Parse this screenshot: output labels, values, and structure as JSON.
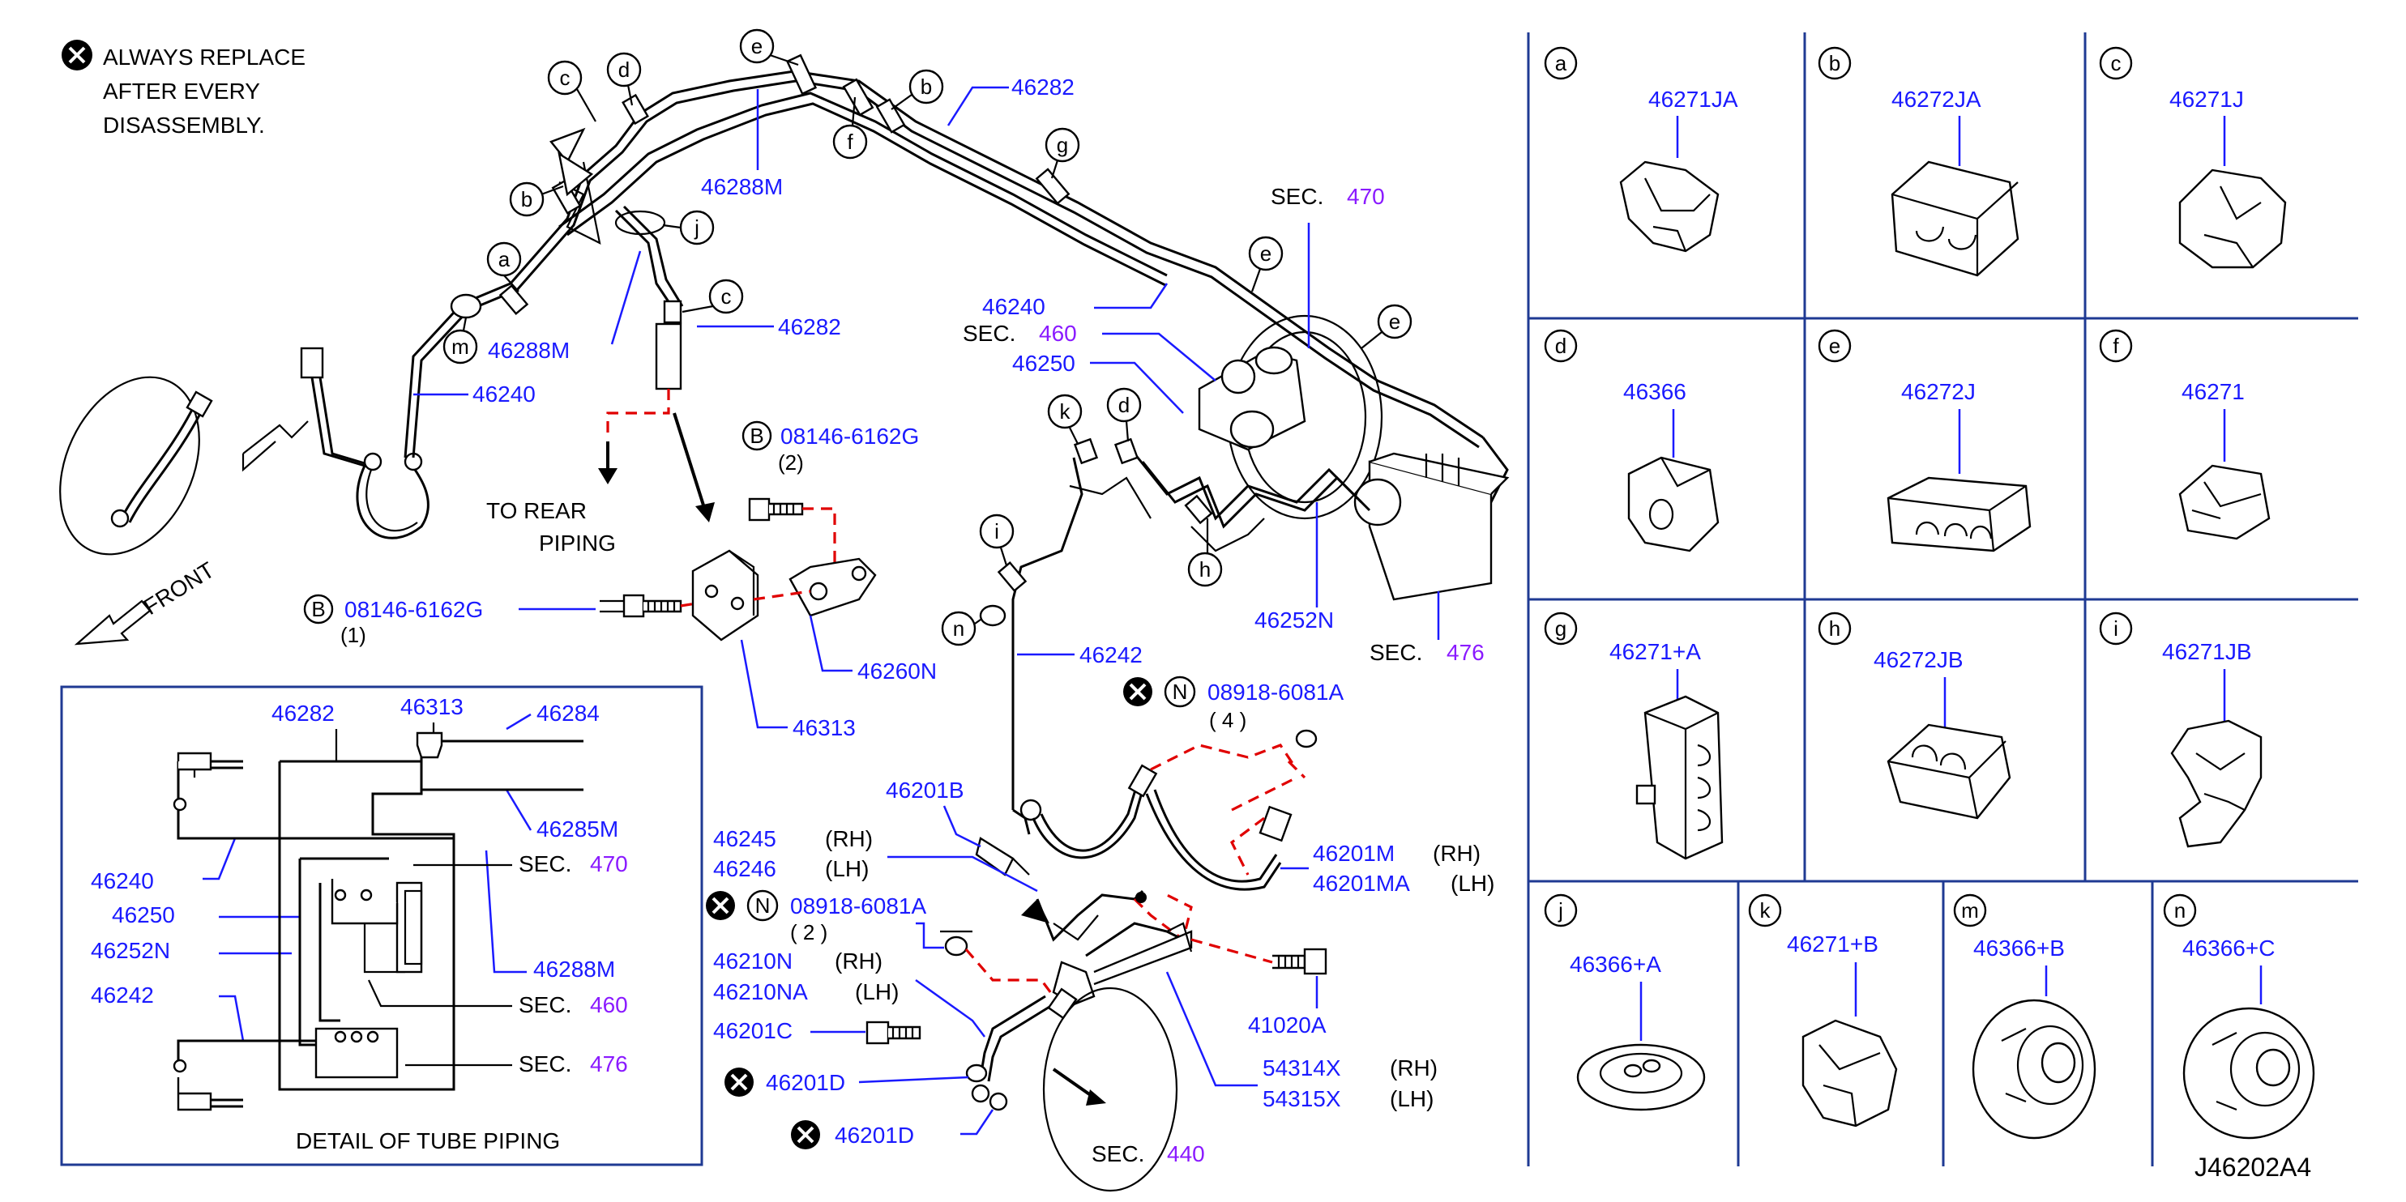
{
  "notice": {
    "line1": "ALWAYS  REPLACE",
    "line2": "AFTER  EVERY",
    "line3": "DISASSEMBLY."
  },
  "labels": {
    "front": "FRONT",
    "to_rear": "TO  REAR",
    "piping": "PIPING",
    "detail_title": "DETAIL  OF  TUBE  PIPING",
    "diagram_id": "J46202A4"
  },
  "part_numbers": {
    "p46282_top": "46282",
    "p46288M_top": "46288M",
    "p46288M_left": "46288M",
    "p46282_mid": "46282",
    "p46240_left": "46240",
    "p08146_1": "08146-6162G",
    "p08146_1_qty": "(1)",
    "p08146_2": "08146-6162G",
    "p08146_2_qty": "(2)",
    "p46260N": "46260N",
    "p46313": "46313",
    "p46240_right": "46240",
    "sec460_label": "SEC.",
    "sec460_num": "460",
    "p46250": "46250",
    "sec470_label": "SEC.",
    "sec470_num": "470",
    "p46252N": "46252N",
    "sec476_label": "SEC.",
    "sec476_num": "476",
    "p46242": "46242",
    "p08918_top": "08918-6081A",
    "p08918_top_qty": "( 4   )",
    "p46201B": "46201B",
    "p46245": "46245",
    "p46245_side": "(RH)",
    "p46246": "46246",
    "p46246_side": "(LH)",
    "p08918_low": "08918-6081A",
    "p08918_low_qty": "( 2   )",
    "p46210N": "46210N",
    "p46210N_side": "(RH)",
    "p46210NA": "46210NA",
    "p46210NA_side": "(LH)",
    "p46201C": "46201C",
    "p46201D_1": "46201D",
    "p46201D_2": "46201D",
    "p46201M": "46201M",
    "p46201M_side": "(RH)",
    "p46201MA": "46201MA",
    "p46201MA_side": "(LH)",
    "p41020A": "41020A",
    "p54314X": "54314X",
    "p54314X_side": "(RH)",
    "p54315X": "54315X",
    "p54315X_side": "(LH)",
    "sec440_label": "SEC.",
    "sec440_num": "440"
  },
  "detail": {
    "p46282": "46282",
    "p46313": "46313",
    "p46284": "46284",
    "p46285M": "46285M",
    "p46240": "46240",
    "p46250": "46250",
    "p46252N": "46252N",
    "p46242": "46242",
    "p46288M": "46288M",
    "sec470_label": "SEC.",
    "sec470_num": "470",
    "sec460_label": "SEC.",
    "sec460_num": "460",
    "sec476_label": "SEC.",
    "sec476_num": "476"
  },
  "callout_letters": {
    "c1": "c",
    "d1": "d",
    "e1": "e",
    "b1": "b",
    "f1": "f",
    "g1": "g",
    "b2": "b",
    "j1": "j",
    "a1": "a",
    "m1": "m",
    "c2": "c",
    "e2": "e",
    "e3": "e",
    "k1": "k",
    "d2": "d",
    "i1": "i",
    "h1": "h",
    "n1": "n",
    "b_bolt1": "B",
    "b_bolt2": "B",
    "n_nut1": "N",
    "n_nut2": "N"
  },
  "parts_catalog": [
    {
      "letter": "a",
      "part": "46271JA"
    },
    {
      "letter": "b",
      "part": "46272JA"
    },
    {
      "letter": "c",
      "part": "46271J"
    },
    {
      "letter": "d",
      "part": "46366"
    },
    {
      "letter": "e",
      "part": "46272J"
    },
    {
      "letter": "f",
      "part": "46271"
    },
    {
      "letter": "g",
      "part": "46271+A"
    },
    {
      "letter": "h",
      "part": "46272JB"
    },
    {
      "letter": "i",
      "part": "46271JB"
    },
    {
      "letter": "j",
      "part": "46366+A"
    },
    {
      "letter": "k",
      "part": "46271+B"
    },
    {
      "letter": "m",
      "part": "46366+B"
    },
    {
      "letter": "n",
      "part": "46366+C"
    }
  ],
  "colors": {
    "part_number": "#1a1aff",
    "section_number": "#8a1aff",
    "dashed_leader": "#e00000",
    "grid": "#1f3a93"
  }
}
